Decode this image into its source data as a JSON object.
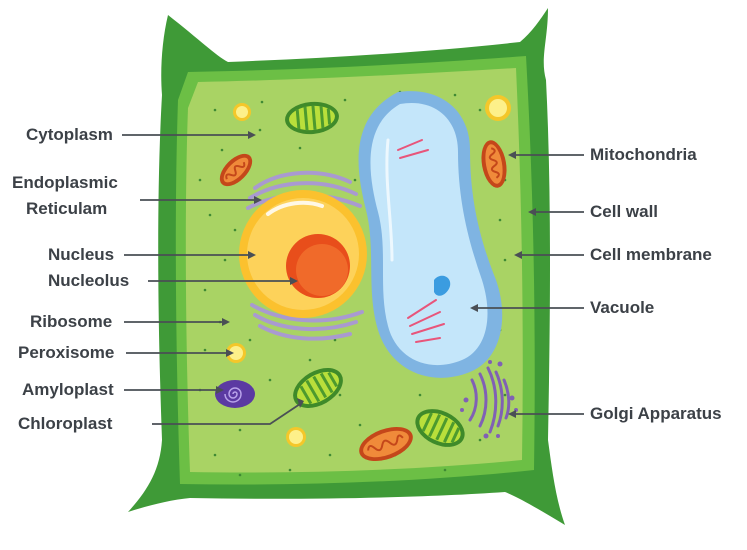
{
  "diagram": {
    "labels_left": {
      "cytoplasm": "Cytoplasm",
      "endoplasmic_reticulum_line1": "Endoplasmic",
      "endoplasmic_reticulum_line2": "Reticulam",
      "nucleus": "Nucleus",
      "nucleolus": "Nucleolus",
      "ribosome": "Ribosome",
      "peroxisome": "Peroxisome",
      "amyloplast": "Amyloplast",
      "chloroplast": "Chloroplast"
    },
    "labels_right": {
      "mitochondria": "Mitochondria",
      "cell_wall": "Cell wall",
      "cell_membrane": "Cell membrane",
      "vacuole": "Vacuole",
      "golgi_apparatus": "Golgi Apparatus"
    },
    "colors": {
      "cell_wall": "#3f9a37",
      "cell_wall_inner": "#6cbf45",
      "cytoplasm": "#a9d364",
      "nucleus": "#fbc12e",
      "nucleolus": "#e84e1b",
      "vacuole": "#bfe3f8",
      "vacuole_edge": "#7fb4e2",
      "er": "#a99ad0",
      "mitochondria": "#e0641f",
      "chloroplast": "#5aa52f",
      "amyloplast": "#5b3aa2",
      "peroxisome": "#f9e04b",
      "golgi": "#8060b5",
      "leader_line": "#4a4f55"
    }
  }
}
